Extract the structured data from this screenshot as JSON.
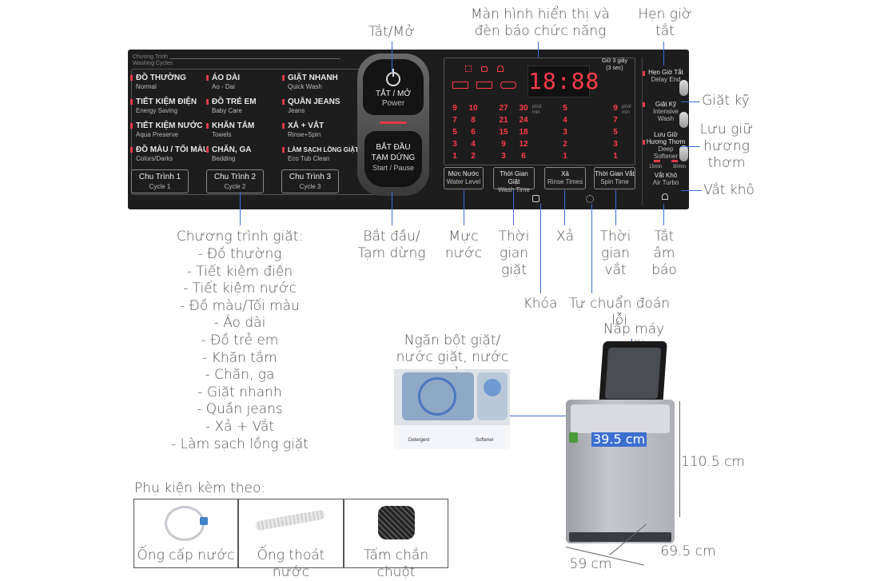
{
  "labels": {
    "display": [
      "Màn hình hiển thị và",
      "đèn báo chức năng"
    ],
    "timer_off": [
      "Hẹn giờ",
      "tắt"
    ],
    "power": "Tắt/Mở",
    "intensive": "Giặt kỹ",
    "softener": [
      "Lưu giữ",
      "hương",
      "thơm"
    ],
    "air_turbo": "Vắt khô",
    "wash_programs_title": "Chương trình giặt:",
    "wash_programs": [
      "- Đồ thường",
      "- Tiết kiệm điện",
      "- Tiết kiệm nước",
      "- Đồ màu/Tối màu",
      "- Áo dài",
      "- Đồ trẻ em",
      "- Khăn tắm",
      "- Chăn, ga",
      "- Giặt nhanh",
      "- Quần jeans",
      "- Xả + Vắt",
      "- Làm sạch lồng giặt"
    ],
    "start_pause": [
      "Bắt đầu/",
      "Tạm dừng"
    ],
    "water_level": [
      "Mực",
      "nước"
    ],
    "wash_time": [
      "Thời",
      "gian",
      "giặt"
    ],
    "rinse": "Xả",
    "spin_time": [
      "Thời",
      "gian",
      "vắt"
    ],
    "sound_off": [
      "Tắt",
      "âm",
      "báo"
    ],
    "lock": "Khóa",
    "self_diagnosis": "Tự chuẩn đoán lỗi",
    "lid": "Nắp máy giặt",
    "detergent_tray": [
      "Ngăn bột giặt/",
      "nước giặt, nước xả"
    ],
    "accessories_title": "Phụ kiện kèm theo:",
    "accessories": [
      "Ống cấp nước",
      "Ống thoát nước",
      "Tấm chắn chuột"
    ]
  },
  "dimensions": {
    "inner": "39.5 cm",
    "height": "110.5 cm",
    "depth": "69.5 cm",
    "width": "59 cm"
  },
  "panel": {
    "header": [
      "Chương Trình",
      "Washing Cycles"
    ],
    "programs": [
      {
        "vi": "ĐỒ THƯỜNG",
        "en": "Normal"
      },
      {
        "vi": "TIẾT KIỆM ĐIỆN",
        "en": "Energy Saving"
      },
      {
        "vi": "TIẾT KIỆM NƯỚC",
        "en": "Aqua Preserve"
      },
      {
        "vi": "ĐỒ MÀU / TỐI MÀU",
        "en": "Colors/Darks"
      },
      {
        "vi": "ÁO DÀI",
        "en": "Ao - Dai"
      },
      {
        "vi": "ĐỒ TRẺ EM",
        "en": "Baby Care"
      },
      {
        "vi": "KHĂN TẮM",
        "en": "Towels"
      },
      {
        "vi": "CHĂN, GA",
        "en": "Bedding"
      },
      {
        "vi": "GIẶT NHANH",
        "en": "Quick Wash"
      },
      {
        "vi": "QUẦN JEANS",
        "en": "Jeans"
      },
      {
        "vi": "XẢ + VẮT",
        "en": "Rinse+Spin"
      },
      {
        "vi": "LÀM SẠCH LỒNG GIẶT",
        "en": "Eco Tub Clean"
      }
    ],
    "cycles": [
      {
        "vi": "Chu Trình 1",
        "en": "Cycle 1"
      },
      {
        "vi": "Chu Trình 2",
        "en": "Cycle 2"
      },
      {
        "vi": "Chu Trình 3",
        "en": "Cycle 3"
      }
    ],
    "power_btn": {
      "vi": "TẮT / MỞ",
      "en": "Power"
    },
    "start_btn": {
      "vi1": "BẮT ĐẦU",
      "vi2": "TẠM DỪNG",
      "en": "Start / Pause"
    },
    "display_digits": "18:88",
    "hold_note": [
      "Giữ 3 giây",
      "(3 sec)"
    ],
    "unit_min": [
      "phút",
      "min"
    ],
    "col_water": [
      "9",
      "7",
      "5",
      "3",
      "1"
    ],
    "col_water2": [
      "10",
      "8",
      "6",
      "4",
      "2"
    ],
    "col_wash1": [
      "27",
      "21",
      "15",
      "9",
      "3"
    ],
    "col_wash2": [
      "30",
      "24",
      "18",
      "12",
      "6"
    ],
    "col_rinse": [
      "5",
      "4",
      "3",
      "2",
      "1"
    ],
    "col_spin": [
      "9",
      "7",
      "5",
      "3",
      "1"
    ],
    "btn_water": {
      "vi": "Mức Nước",
      "en": "Water Level"
    },
    "btn_wash": {
      "vi": "Thời Gian Giặt",
      "en": "Wash Time"
    },
    "btn_rinse": {
      "vi": "Xả",
      "en": "Rinse Times"
    },
    "btn_spin": {
      "vi": "Thời Gian Vắt",
      "en": "Spin Time"
    },
    "delay_end": {
      "vi": "Hẹn Giờ Tắt",
      "en": "Delay End"
    },
    "intensive_wash": {
      "vi": "Giặt Kỹ",
      "en": "Intensive Wash"
    },
    "deep_softener": {
      "vi1": "Lưu Giữ",
      "vi2": "Hương Thơm",
      "en": "Deep Softener"
    },
    "air_turbo": {
      "vi": "Vắt Khô",
      "en": "Air Turbo"
    },
    "turbo_times": [
      "15min",
      "30min"
    ]
  },
  "tray_text": [
    "Detergent",
    "Softener"
  ]
}
